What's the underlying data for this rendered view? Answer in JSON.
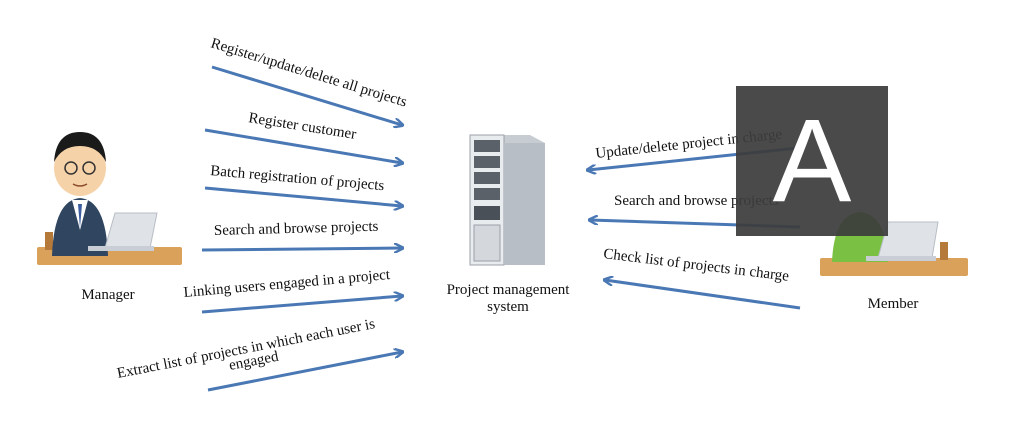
{
  "actors": {
    "manager": "Manager",
    "member": "Member",
    "system_line1": "Project management",
    "system_line2": "system"
  },
  "manager_actions": [
    "Register/update/delete all projects",
    "Register customer",
    "Batch registration of projects",
    "Search and browse projects",
    "Linking users engaged in a project",
    "Extract list of projects in which each user is",
    "engaged"
  ],
  "member_actions": [
    "Update/delete project in charge",
    "Search and browse projects",
    "Check list of projects in charge"
  ],
  "overlay": {
    "avatar_letter": "A"
  },
  "colors": {
    "arrow": "#4a78b4",
    "overlay": "#3c3c3c",
    "desk": "#d9a15a"
  }
}
